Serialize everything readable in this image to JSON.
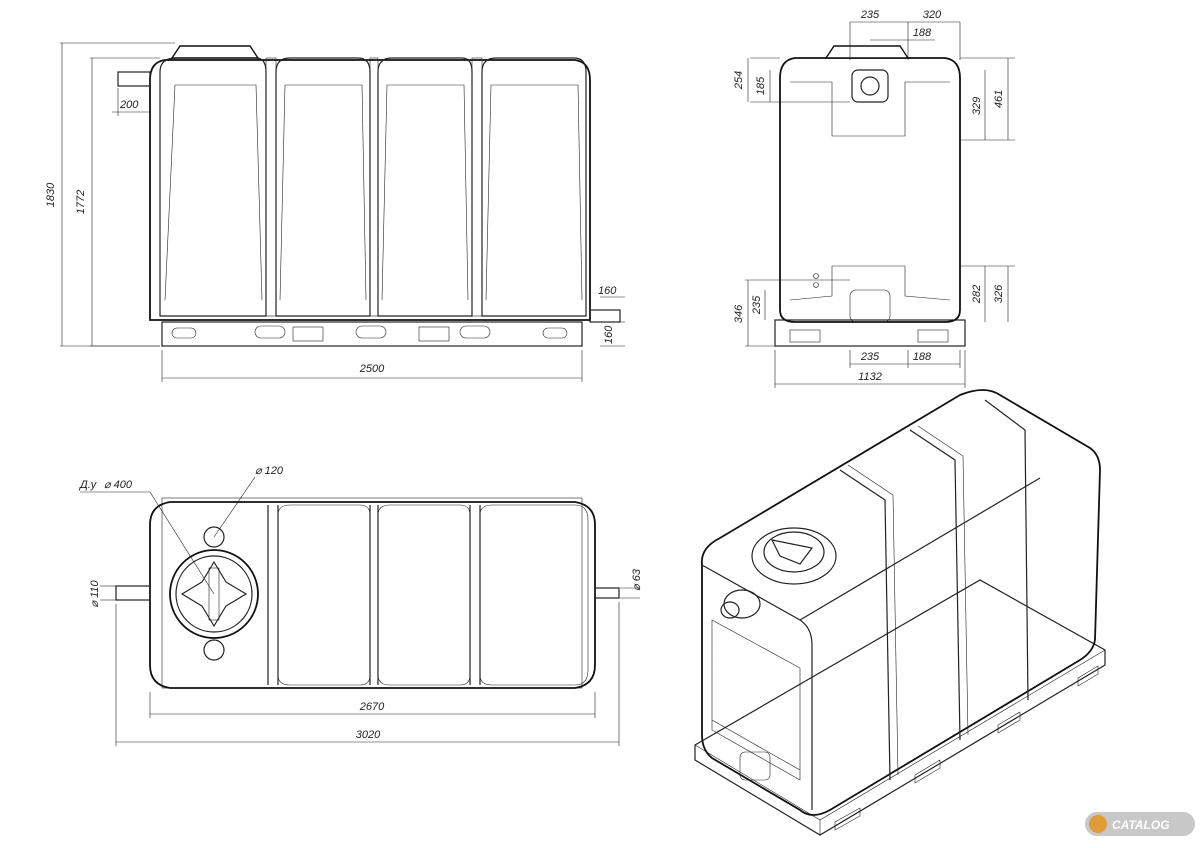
{
  "drawing": {
    "front": {
      "height_total": "1830",
      "height_body": "1772",
      "inlet_offset": "200",
      "outlet_offset": "160",
      "base_height": "160",
      "length": "2500"
    },
    "side": {
      "top_a": "235",
      "top_b": "320",
      "top_c": "188",
      "left_a": "254",
      "left_b": "185",
      "right_a": "329",
      "right_b": "461",
      "bottom_left_a": "346",
      "bottom_left_b": "235",
      "bottom_right_a": "282",
      "bottom_right_b": "326",
      "bottom_a": "235",
      "bottom_b": "188",
      "width": "1132"
    },
    "plan": {
      "manhole_label": "Д.у",
      "manhole_dia": "⌀ 400",
      "hole_dia": "⌀ 120",
      "inlet_dia": "⌀ 110",
      "outlet_dia": "⌀ 63",
      "length_body": "2670",
      "length_total": "3020"
    },
    "watermark": "CATALOG"
  }
}
